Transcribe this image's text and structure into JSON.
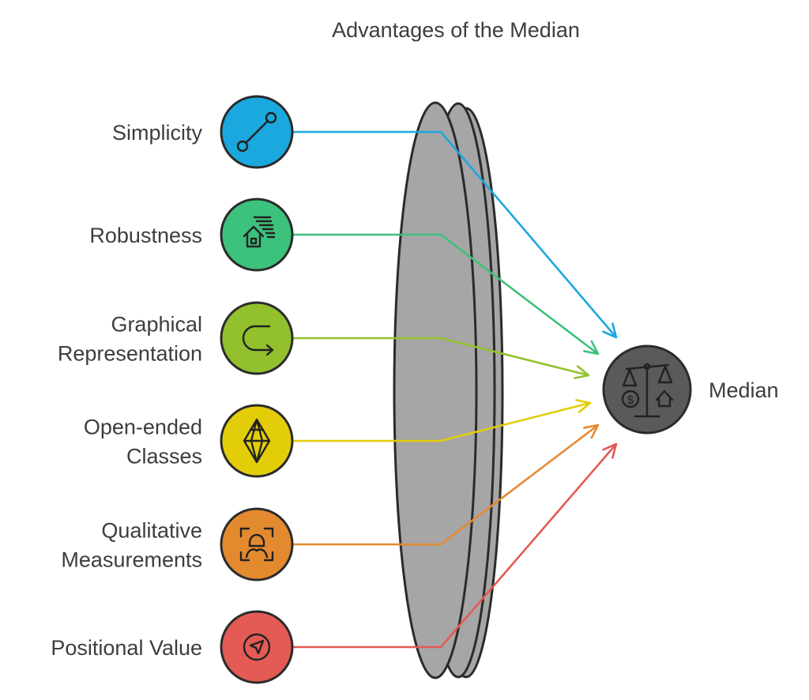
{
  "title": "Advantages of the Median",
  "target": {
    "label": "Median",
    "color": "#5a5a5a",
    "icon": "balance-scale-money-house-icon"
  },
  "items": [
    {
      "lines": [
        "Simplicity"
      ],
      "color": "#1aa8de",
      "icon": "connected-nodes-icon"
    },
    {
      "lines": [
        "Robustness"
      ],
      "color": "#3cc27c",
      "icon": "house-storm-icon"
    },
    {
      "lines": [
        "Graphical",
        "Representation"
      ],
      "color": "#93c12e",
      "icon": "u-turn-arrow-icon"
    },
    {
      "lines": [
        "Open-ended",
        "Classes"
      ],
      "color": "#e3cd09",
      "icon": "diamond-gem-icon"
    },
    {
      "lines": [
        "Qualitative",
        "Measurements"
      ],
      "color": "#e38a2f",
      "icon": "person-focus-icon"
    },
    {
      "lines": [
        "Positional Value"
      ],
      "color": "#e45a55",
      "icon": "navigation-arrow-icon"
    }
  ],
  "lens_color": "#a6a6a6"
}
